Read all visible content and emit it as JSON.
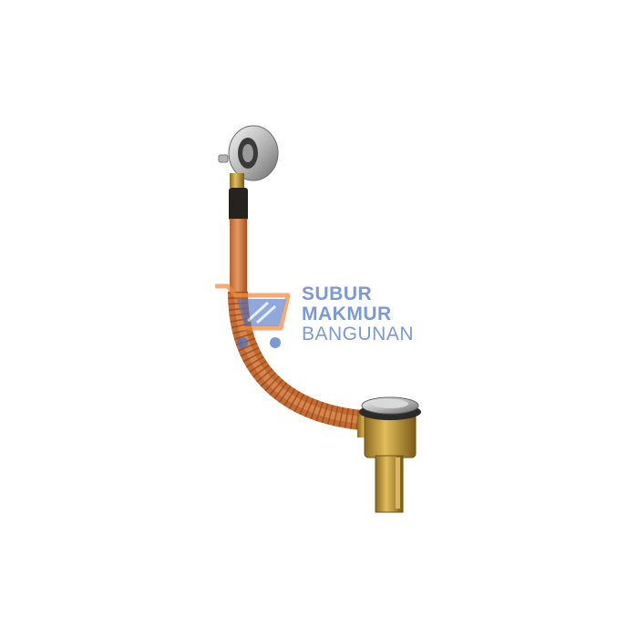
{
  "image": {
    "subject": "bathtub-drain-with-flexible-copper-pipe",
    "background_color": "#ffffff"
  },
  "watermark": {
    "line1": "SUBUR",
    "line2": "MAKMUR",
    "line3": "BANGUNAN",
    "text_color": "#4a72c4",
    "accent_color": "#f08a3c",
    "icon": "shopping-cart-icon"
  }
}
